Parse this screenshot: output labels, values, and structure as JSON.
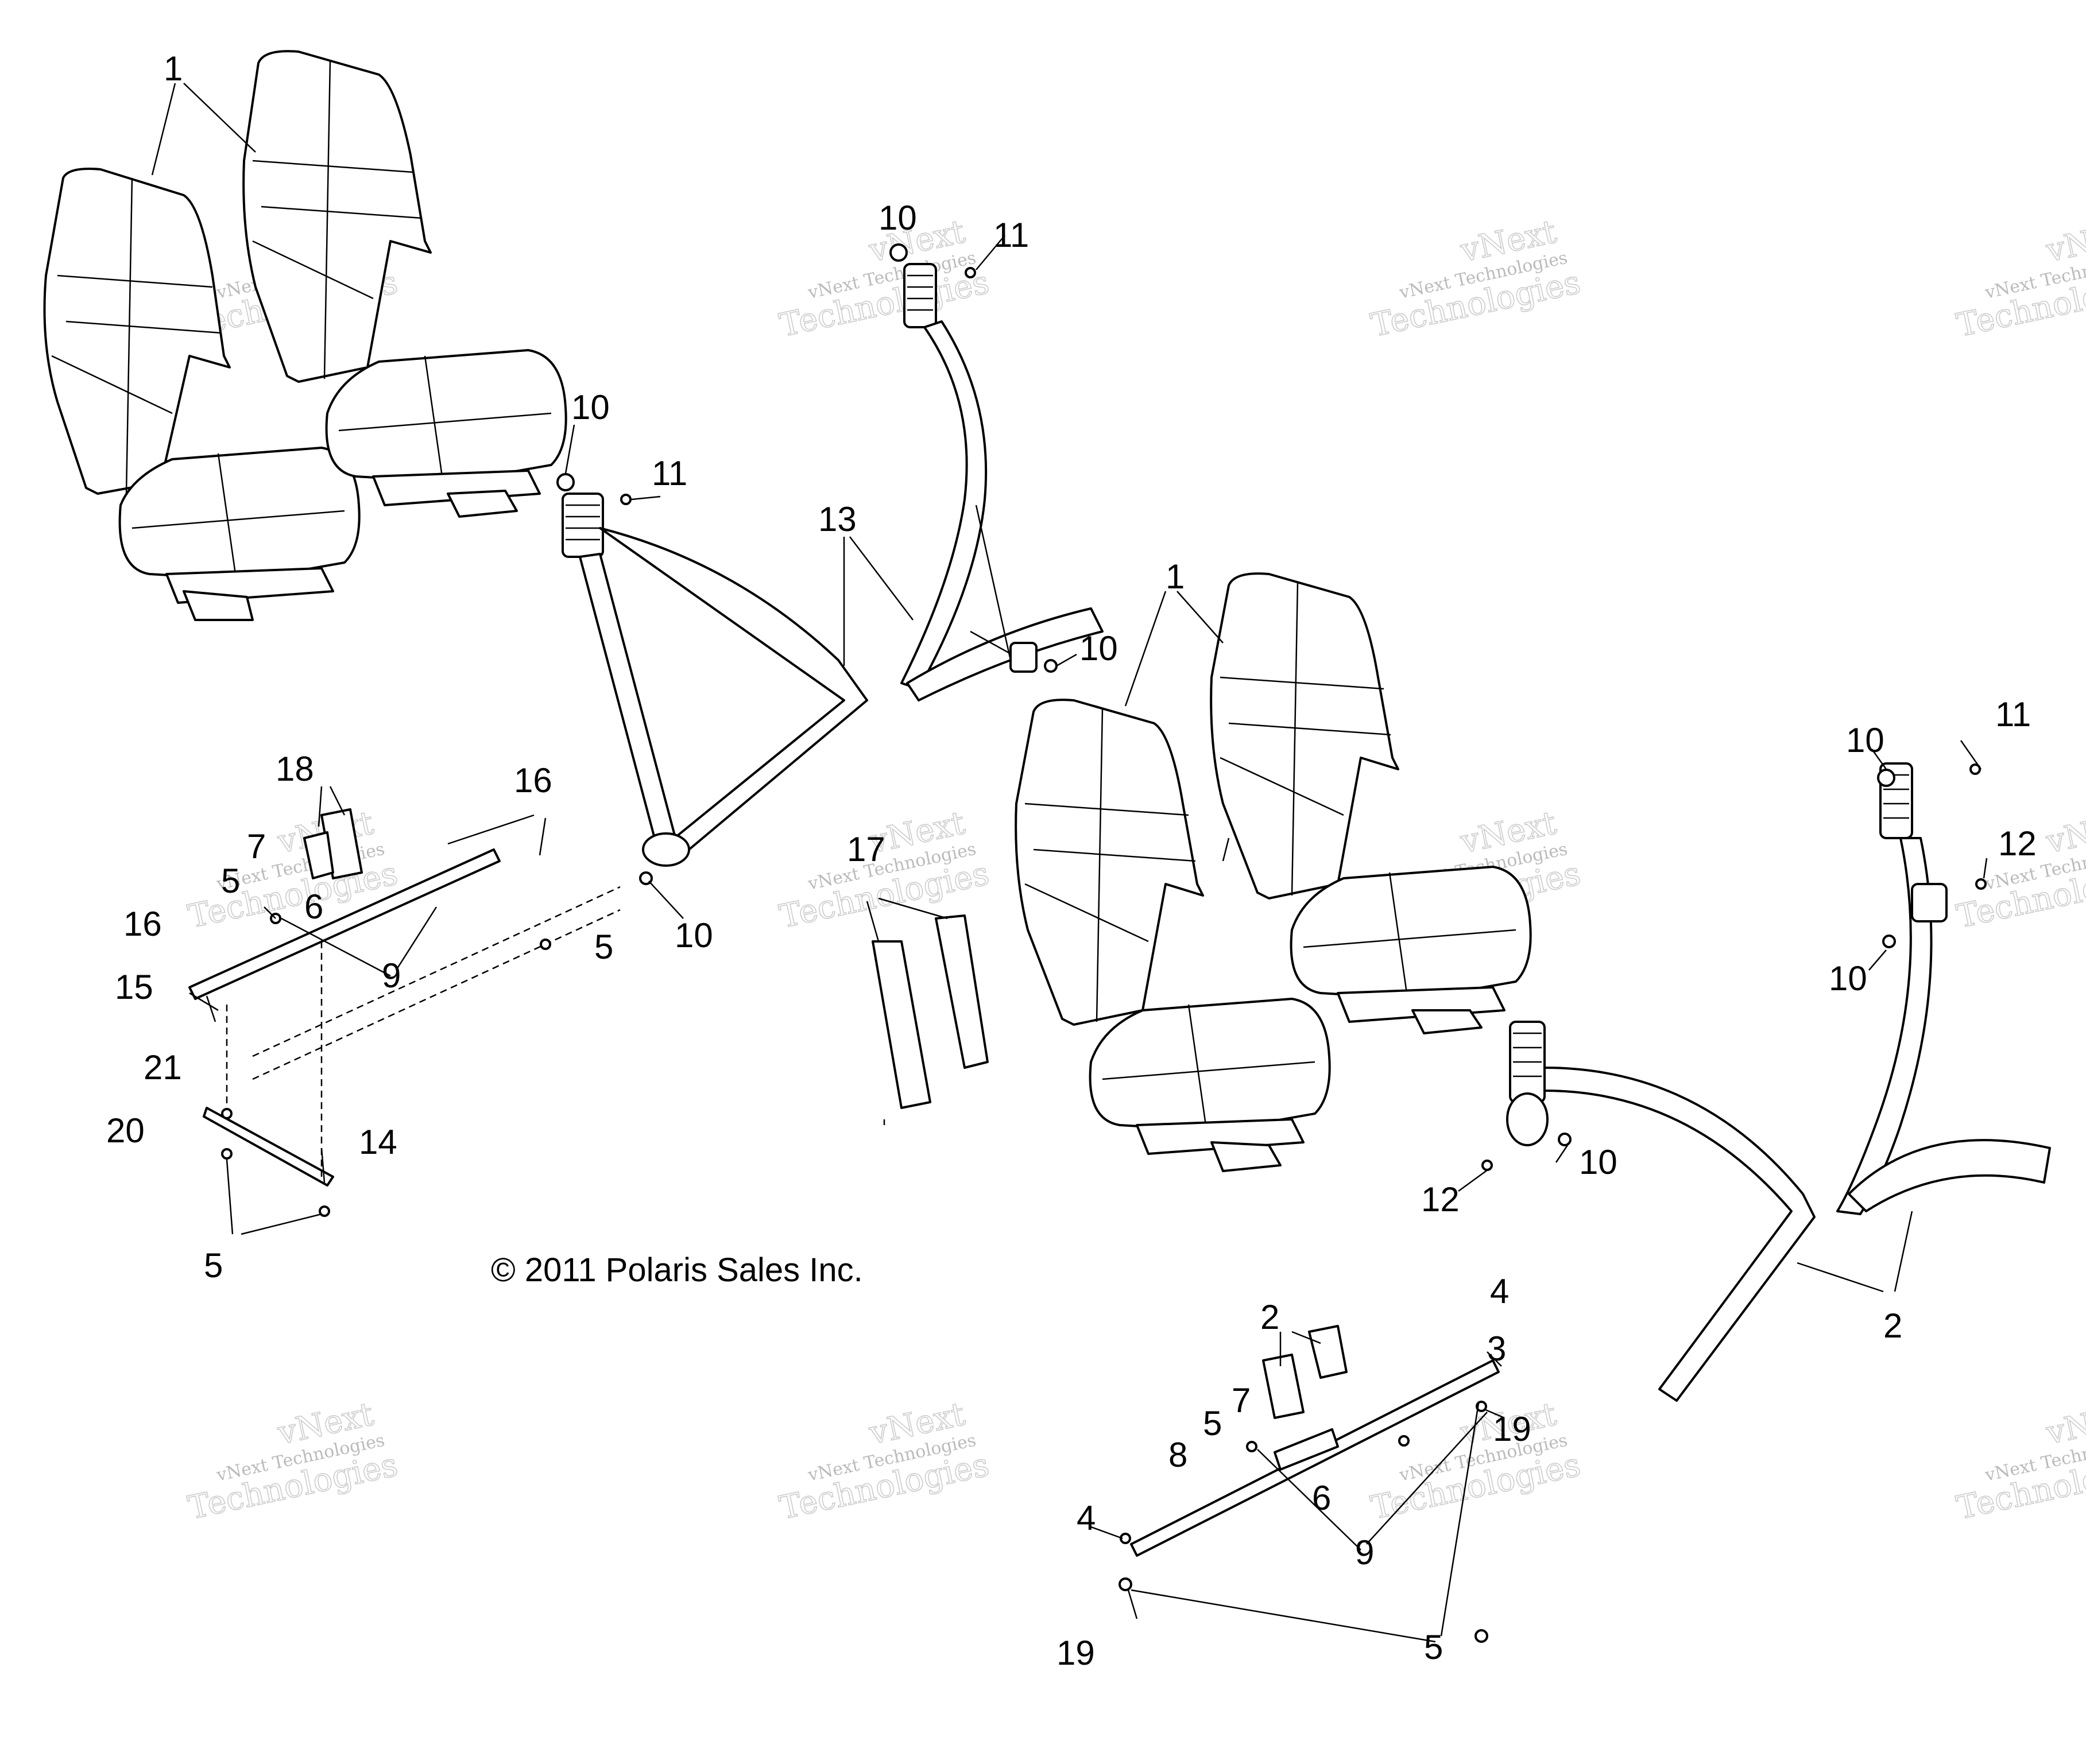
{
  "callouts": {
    "c1": "1",
    "c2": "1",
    "c3": "2",
    "c4": "2",
    "c5": "3",
    "c6": "4",
    "c7": "4",
    "c8": "5",
    "c9": "5",
    "c10": "5",
    "c11": "5",
    "c12": "5",
    "c13": "6",
    "c14": "6",
    "c15": "7",
    "c16": "7",
    "c17": "8",
    "c18": "9",
    "c19": "9",
    "c20": "10",
    "c21": "10",
    "c22": "10",
    "c23": "10",
    "c24": "10",
    "c25": "10",
    "c26": "10",
    "c27": "11",
    "c28": "11",
    "c29": "11",
    "c30": "12",
    "c31": "12",
    "c32": "13",
    "c33": "14",
    "c34": "15",
    "c35": "16",
    "c36": "16",
    "c37": "17",
    "c38": "18",
    "c39": "19",
    "c40": "19",
    "c41": "20",
    "c42": "21"
  },
  "copyright": "© 2011 Polaris Sales Inc.",
  "watermark": {
    "small": "vNext Technologies",
    "big_line1": "vNext",
    "big_line2": "Technologies"
  }
}
